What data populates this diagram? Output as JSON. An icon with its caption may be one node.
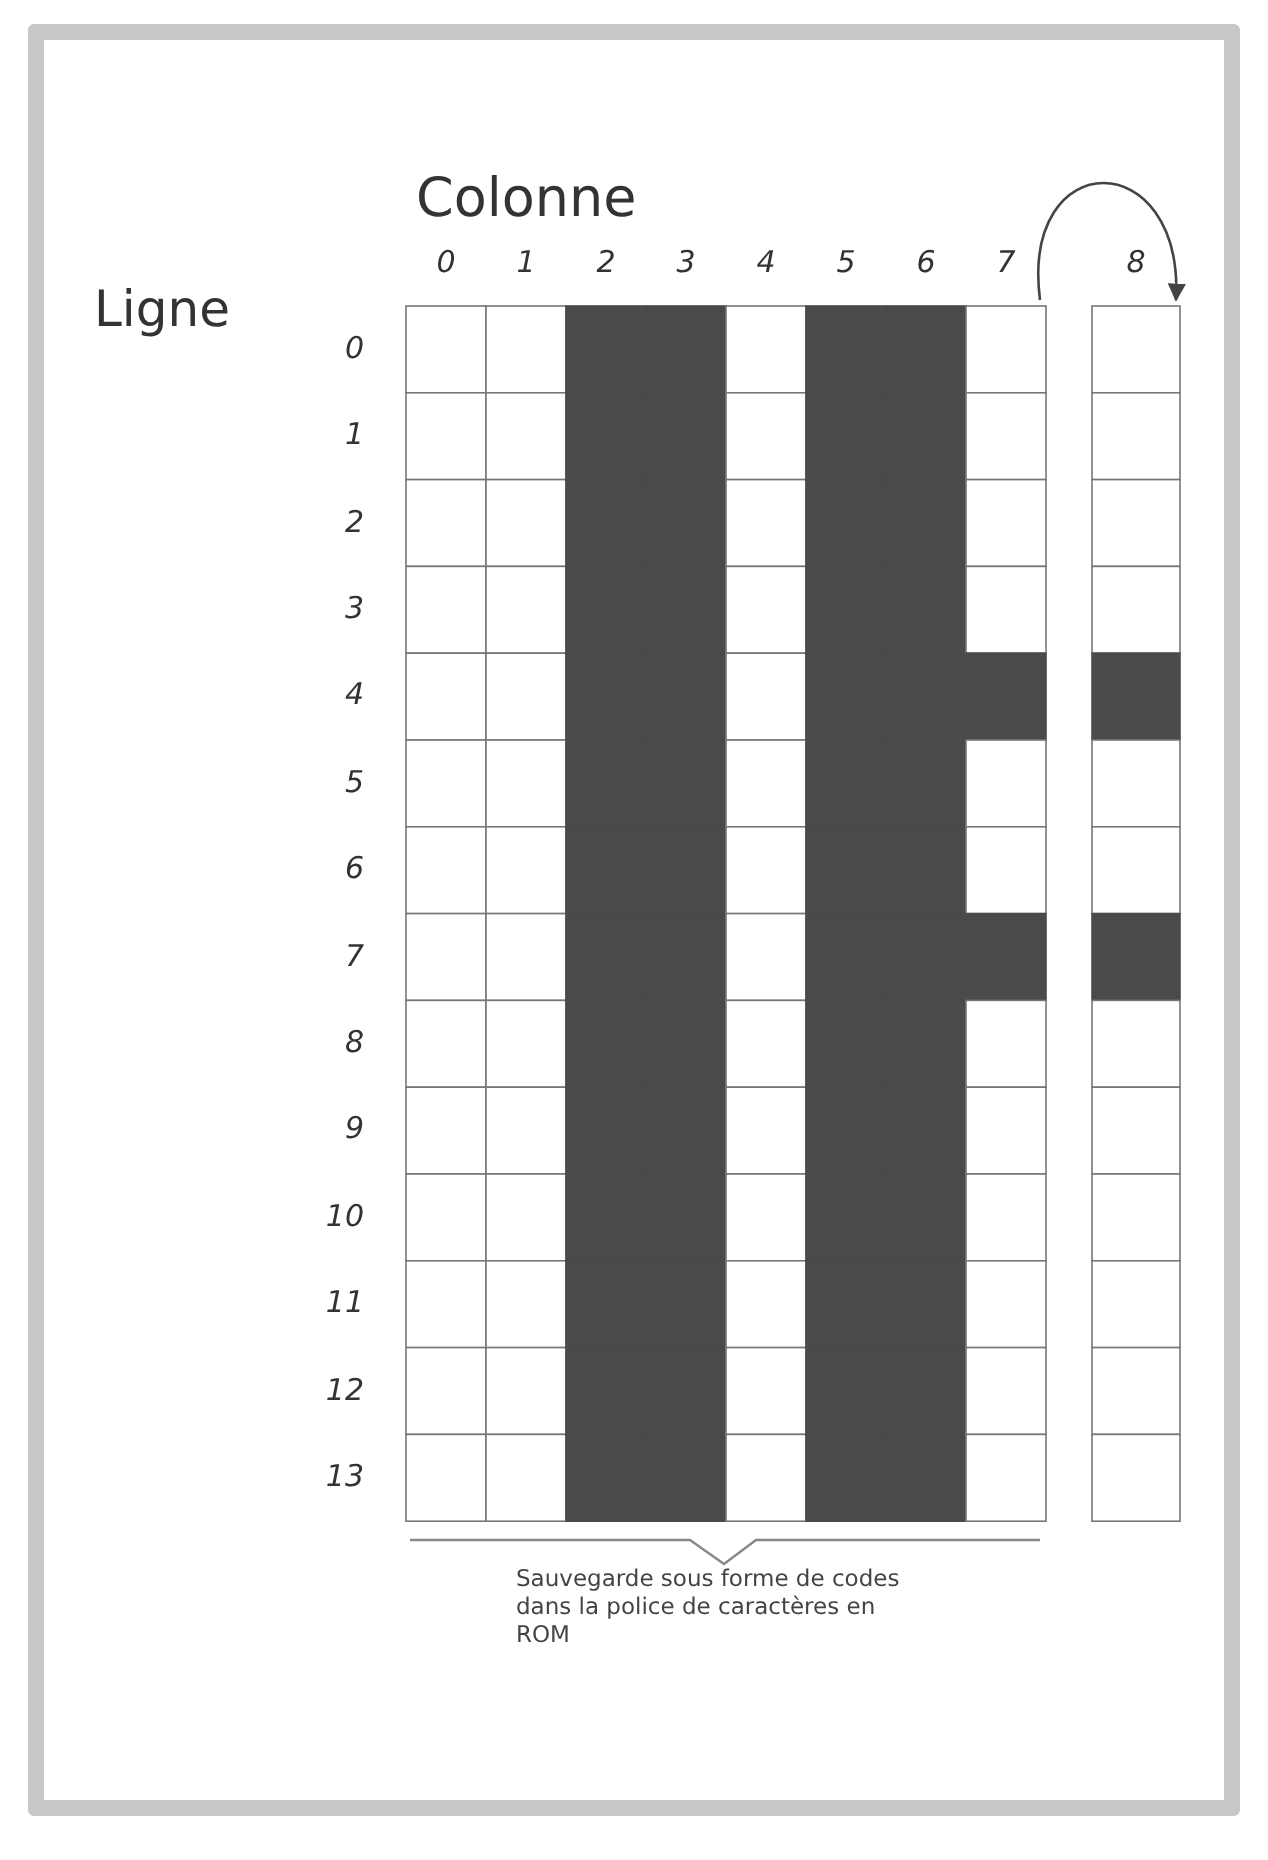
{
  "diagram": {
    "nodes": [
      {
        "text": [],
        "shape": "box"
      },
      {
        "text": [],
        "shape": "box"
      }
    ],
    "edges": [
      {
        "from": 0,
        "to": 1,
        "arrow": "to"
      }
    ],
    "labels": [
      "Colonne",
      "0",
      "1",
      "2",
      "3",
      "4",
      "5",
      "6",
      "7",
      "8",
      "Ligne",
      "0",
      "1",
      "2",
      "3",
      "4",
      "5",
      "6",
      "7",
      "8",
      "9",
      "10",
      "11",
      "12",
      "13",
      "Sauvegarde sous forme de codes dans la police de caractères en ROM"
    ]
  }
}
